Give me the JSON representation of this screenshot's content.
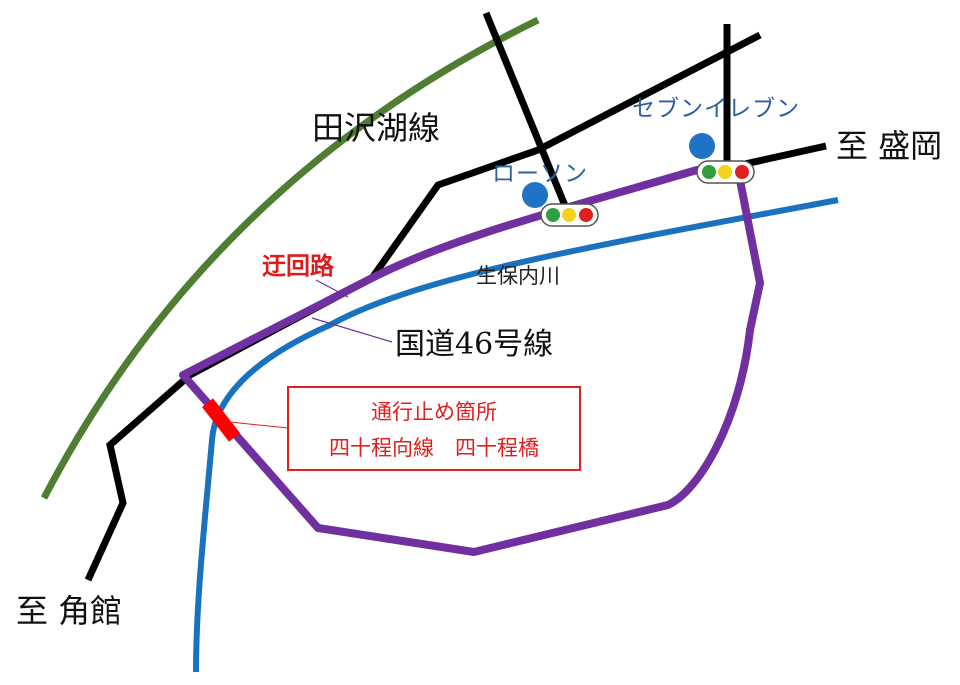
{
  "labels": {
    "tazawako_line": "田沢湖線",
    "lawson": "ローソン",
    "seven_eleven": "セブンイレブン",
    "to_morioka": "至 盛岡",
    "to_kakunodate": "至 角館",
    "detour": "迂回路",
    "river": "生保内川",
    "route46": "国道46号線"
  },
  "closure": {
    "line1": "通行止め箇所",
    "line2": "四十程向線　四十程橋"
  },
  "colors": {
    "railway": "#4f7d32",
    "road": "#000000",
    "river": "#1a72be",
    "detour": "#7030a0",
    "closure_mark": "#ff0000",
    "store_marker": "#1f72c4",
    "signal_green": "#2e9e3e",
    "signal_yellow": "#f3d21c",
    "signal_red": "#e0201e",
    "label_red": "#e0201e",
    "store_text": "#2e5f9e"
  },
  "icons": {
    "store": "blue-circle-marker",
    "signal": "traffic-light"
  }
}
